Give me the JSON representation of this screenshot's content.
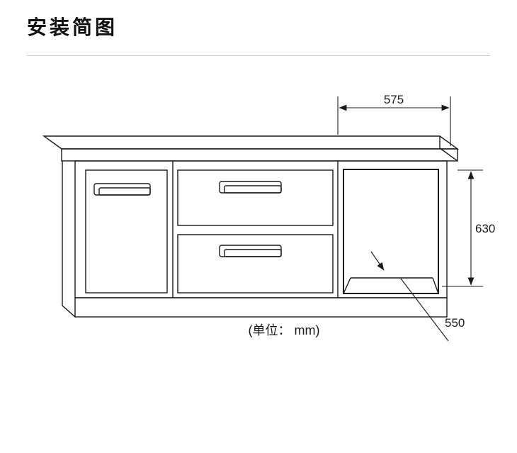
{
  "page": {
    "title": "安装简图"
  },
  "diagram": {
    "unit_note": "(单位： mm)",
    "line_color": "#1a1a1a",
    "dimensions": {
      "width_top_mm": "575",
      "height_right_mm": "630",
      "depth_mm": "550"
    }
  }
}
